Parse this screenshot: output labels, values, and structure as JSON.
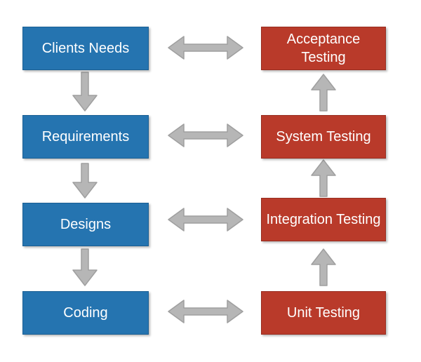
{
  "diagram": {
    "left_column": [
      {
        "label": "Clients Needs"
      },
      {
        "label": "Requirements"
      },
      {
        "label": "Designs"
      },
      {
        "label": "Coding"
      }
    ],
    "right_column": [
      {
        "label": "Acceptance Testing"
      },
      {
        "label": "System Testing"
      },
      {
        "label": "Integration Testing"
      },
      {
        "label": "Unit Testing"
      }
    ],
    "colors": {
      "left_box": "#2574b0",
      "right_box": "#b93a2a",
      "arrow": "#b6b6b6",
      "text": "#ffffff"
    }
  }
}
